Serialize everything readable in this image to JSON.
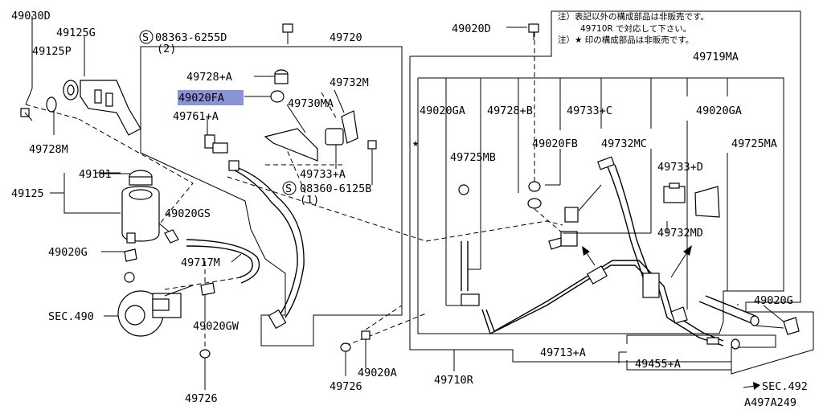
{
  "notes": [
    "注）表記以外の構成部品は非販売です。",
    "49710R で対応して下さい。",
    "注）★ 印の構成部品は非販売です。"
  ],
  "labels": {
    "p49030D": "49030D",
    "p49125G": "49125G",
    "p49125P": "49125P",
    "p49728M": "49728M",
    "p49181": "49181",
    "p49125": "49125",
    "p49020GS": "49020GS",
    "p49020G_left": "49020G",
    "p49717M": "49717M",
    "sec490": "SEC.490",
    "p49020GW": "49020GW",
    "p49726_left": "49726",
    "p08363": "08363-6255D",
    "p08363_qty": "(2)",
    "p49720": "49720",
    "p49728A": "49728+A",
    "p49020FA": "49020FA",
    "p49732M": "49732M",
    "p49730MA": "49730MA",
    "p49761A": "49761+A",
    "p49733A": "49733+A",
    "p08360": "08360-6125B",
    "p08360_qty": "(1)",
    "p49726_mid": "49726",
    "p49020A": "49020A",
    "p49710R": "49710R",
    "p49020D": "49020D",
    "p49719MA": "49719MA",
    "p49020GA_left": "49020GA",
    "p49728B": "49728+B",
    "p49733C": "49733+C",
    "p49020GA_right": "49020GA",
    "p49725MB": "49725MB",
    "p49020FB": "49020FB",
    "p49732MC": "49732MC",
    "p49725MA": "49725MA",
    "p49733D": "49733+D",
    "p49732MD": "49732MD",
    "p49020G_right": "49020G",
    "p49713A": "49713+A",
    "p49455A": "49455+A",
    "sec492": "SEC.492",
    "diagram_code": "A497A249"
  },
  "symbols": {
    "screw_marker": "S",
    "star": "★"
  },
  "colors": {
    "highlight": "#8a93d6",
    "ink": "#000000"
  }
}
